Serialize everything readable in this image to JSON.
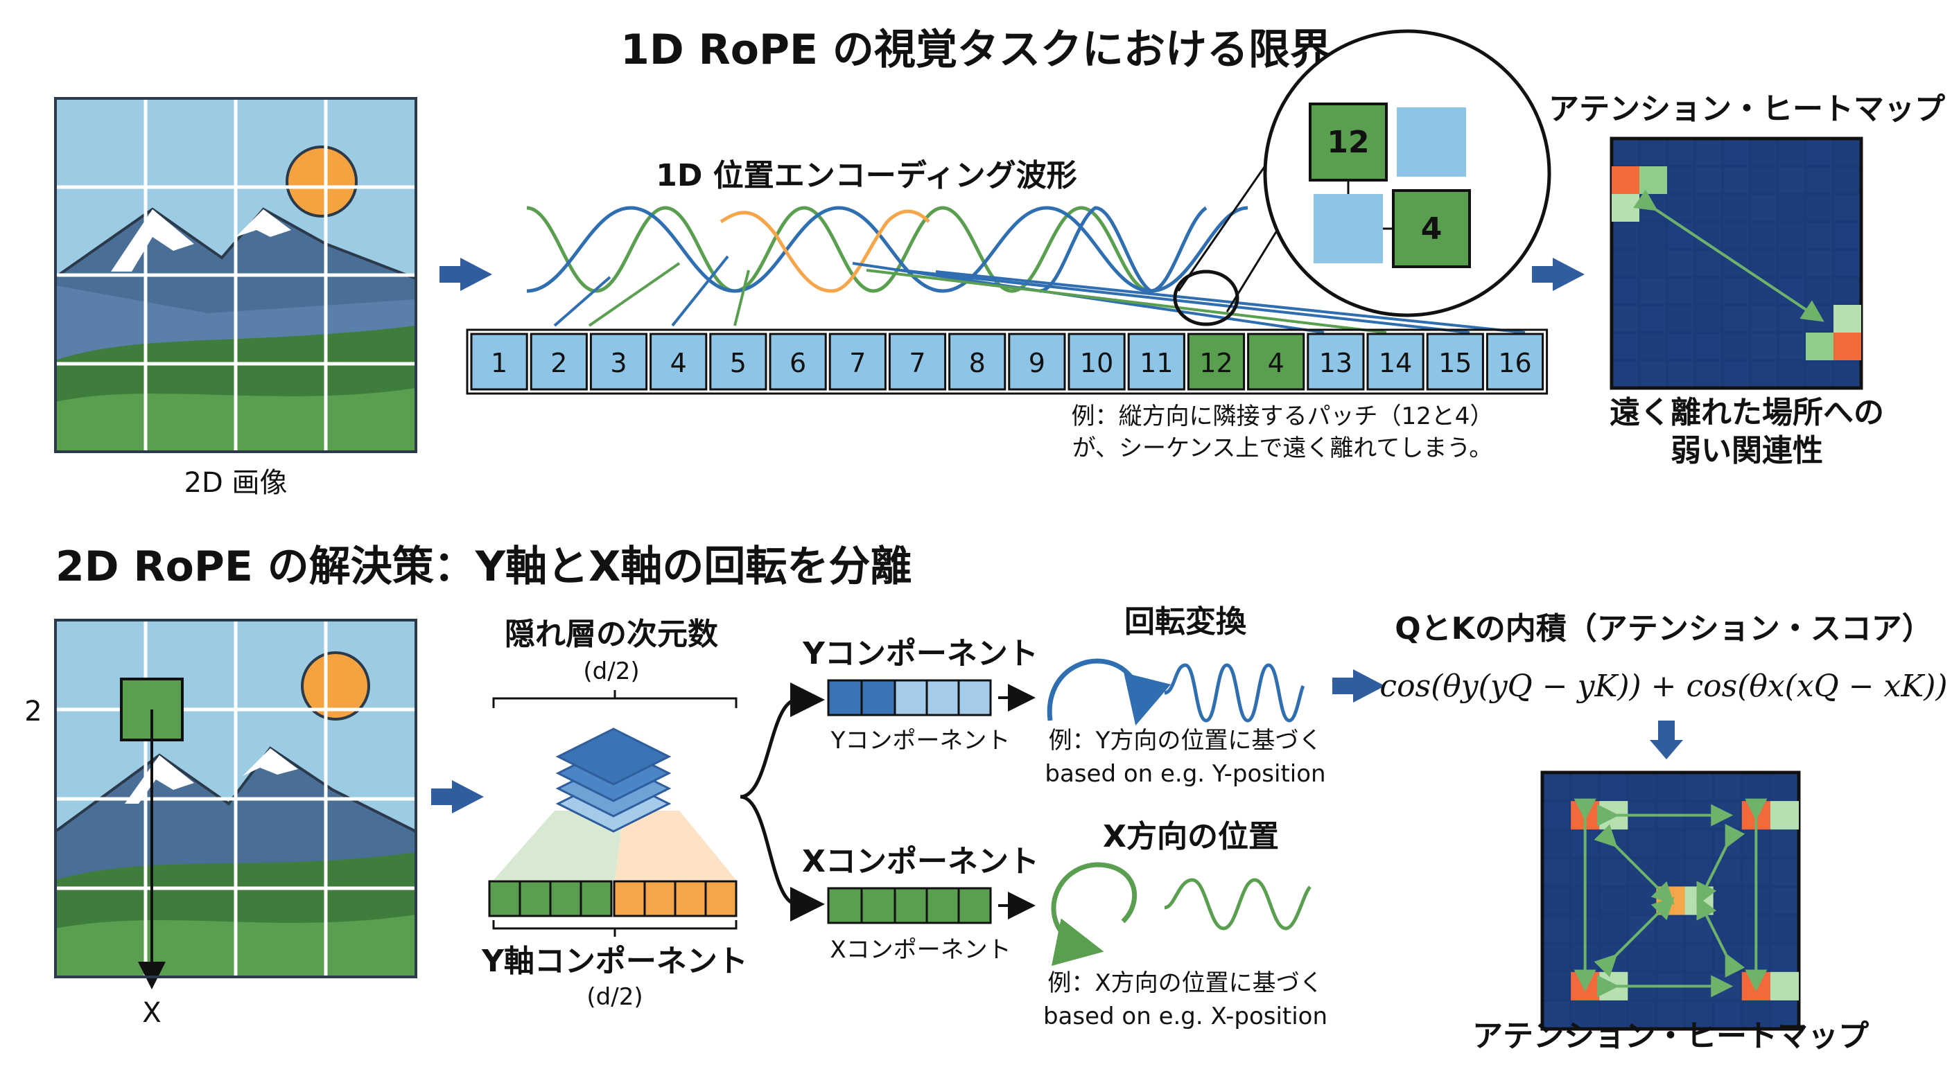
{
  "top": {
    "title": "1D RoPE の視覚タスクにおける限界",
    "image_caption": "2D 画像",
    "waveform_label": "1D 位置エンコーディング波形",
    "sequence_tokens": [
      "1",
      "2",
      "3",
      "4",
      "5",
      "6",
      "7",
      "7",
      "8",
      "9",
      "10",
      "11",
      "12",
      "4",
      "13",
      "14",
      "15",
      "16"
    ],
    "highlighted_tokens": [
      12,
      13
    ],
    "zoom_tokens": [
      "12",
      "4"
    ],
    "note_line1": "例：縦方向に隣接するパッチ（12と4）",
    "note_line2": "が、シーケンス上で遠く離れてしまう。",
    "heatmap_title": "アテンション・ヒートマップ",
    "heatmap_caption_line1": "遠く離れた場所への",
    "heatmap_caption_line2": "弱い関連性"
  },
  "bottom": {
    "title": "2D RoPE の解決策：Y軸とX軸の回転を分離",
    "axis_y_label": "2",
    "axis_x_label": "X",
    "hidden_dim_title": "隠れ層の次元数",
    "hidden_dim_sub": "(d/2)",
    "y_axis_component_label": "Y軸コンポーネント",
    "y_axis_component_sub": "(d/2)",
    "y_component_title": "Yコンポーネント",
    "y_component_caption": "Yコンポーネント",
    "x_component_title": "Xコンポーネント",
    "x_component_caption": "Xコンポーネント",
    "rotation_title": "回転変換",
    "y_example_line1": "例：Y方向の位置に基づく",
    "y_example_line2": "based on e.g. Y-position",
    "x_direction_title": "X方向の位置",
    "x_example_line1": "例：X方向の位置に基づく",
    "x_example_line2": "based on e.g. X-position",
    "qk_title": "QとKの内積（アテンション・スコア）",
    "formula": "cos(θy(yQ − yK)) + cos(θx(xQ − xK))",
    "heatmap_title": "アテンション・ヒートマップ"
  },
  "colors": {
    "sky": "#9ccbe4",
    "mountain": "#4a6f96",
    "grass": "#4f8f45",
    "sun": "#f4a340",
    "token_blue": "#8ec5e6",
    "token_green": "#5a9e4f",
    "orange": "#f5a54a",
    "arrow_blue": "#2f5d9e",
    "heat_bg": "#1b3a78"
  }
}
